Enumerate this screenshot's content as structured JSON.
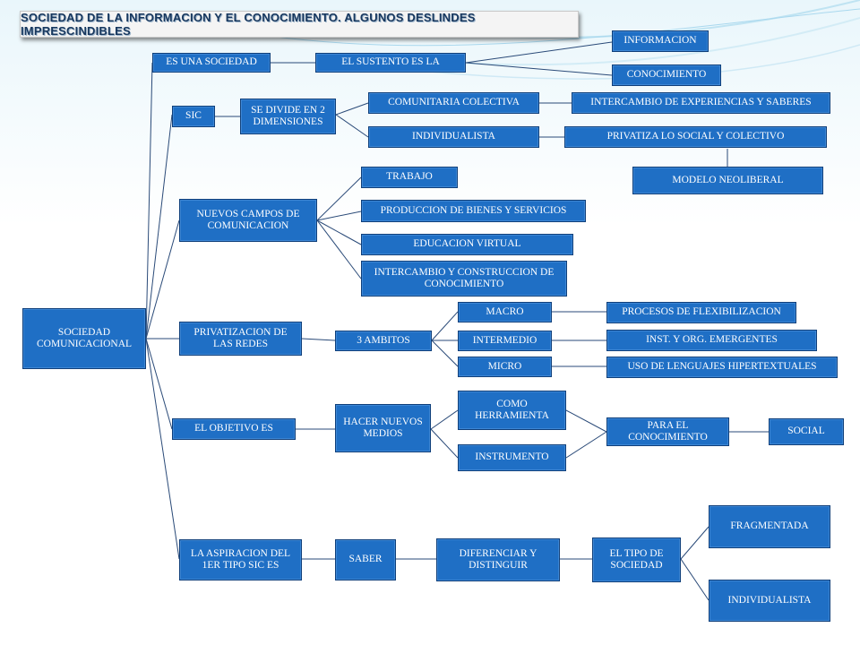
{
  "title": "SOCIEDAD DE LA INFORMACION Y EL CONOCIMIENTO. ALGUNOS DESLINDES IMPRESCINDIBLES",
  "nodes": {
    "root": "SOCIEDAD COMUNICACIONAL",
    "es_una_sociedad": "ES UNA SOCIEDAD",
    "el_sustento": "EL SUSTENTO ES LA",
    "informacion": "INFORMACION",
    "conocimiento": "CONOCIMIENTO",
    "sic": "SIC",
    "se_divide": "SE DIVIDE EN 2 DIMENSIONES",
    "comunitaria": "COMUNITARIA COLECTIVA",
    "intercambio_exp": "INTERCAMBIO DE EXPERIENCIAS Y SABERES",
    "individualista_1": "INDIVIDUALISTA",
    "privatiza": "PRIVATIZA LO SOCIAL Y COLECTIVO",
    "modelo_neoliberal": "MODELO NEOLIBERAL",
    "nuevos_campos": "NUEVOS CAMPOS DE COMUNICACION",
    "trabajo": "TRABAJO",
    "produccion": "PRODUCCION DE BIENES Y SERVICIOS",
    "educacion": "EDUCACION VIRTUAL",
    "intercambio_cons": "INTERCAMBIO Y CONSTRUCCION DE CONOCIMIENTO",
    "privatizacion_redes": "PRIVATIZACION DE LAS REDES",
    "tres_ambitos": "3 AMBITOS",
    "macro": "MACRO",
    "intermedio": "INTERMEDIO",
    "micro": "MICRO",
    "procesos": "PROCESOS DE FLEXIBILIZACION",
    "inst_org": "INST. Y ORG. EMERGENTES",
    "uso_lenguajes": "USO DE LENGUAJES HIPERTEXTUALES",
    "objetivo": "EL OBJETIVO ES",
    "hacer_nuevos": "HACER NUEVOS MEDIOS",
    "como_herramienta": "COMO HERRAMIENTA",
    "instrumento": "INSTRUMENTO",
    "para_conocimiento": "PARA EL CONOCIMIENTO",
    "social": "SOCIAL",
    "aspiracion": "LA ASPIRACION DEL 1ER TIPO SIC ES",
    "saber": "SABER",
    "diferenciar": "DIFERENCIAR Y DISTINGUIR",
    "tipo_sociedad": "EL TIPO DE SOCIEDAD",
    "fragmentada": "FRAGMENTADA",
    "individualista_2": "INDIVIDUALISTA"
  },
  "colors": {
    "node_fill": "#1f6fc5",
    "node_border": "#0f3f7a",
    "connector": "#2a4a78",
    "title_text": "#17375e"
  }
}
